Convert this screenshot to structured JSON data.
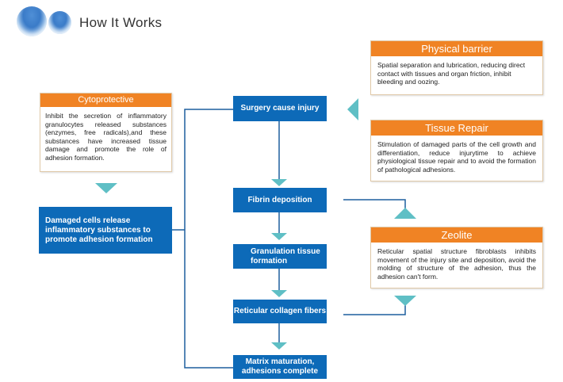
{
  "header": {
    "title": "How It Works",
    "logo_icon": "glass-spheres-icon"
  },
  "colors": {
    "step_fill": "#0d6ab8",
    "card_header": "#f08324",
    "arrow": "#5fbfc5",
    "connector": "#1d5f9e"
  },
  "flow_steps": [
    {
      "label": "Surgery cause injury"
    },
    {
      "label": "Fibrin deposition"
    },
    {
      "label": "Granulation tissue formation"
    },
    {
      "label": "Reticular collagen fibers"
    },
    {
      "label": "Matrix maturation, adhesions complete"
    }
  ],
  "side_step": {
    "label": "Damaged cells release inflammatory substances to promote adhesion formation"
  },
  "cards": {
    "cytoprotective": {
      "title": "Cytoprotective",
      "body": "Inhibit the secretion of inflammatory granulocytes released substances (enzymes, free radicals),and these substances have increased tissue damage and promote the role of adhesion formation."
    },
    "physical_barrier": {
      "title": "Physical barrier",
      "body": "Spatial separation and lubrication, reducing direct contact with tissues and organ friction, inhibit bleeding and oozing."
    },
    "tissue_repair": {
      "title": "Tissue Repair",
      "body": "Stimulation of damaged parts of the cell growth and differentiation, reduce injurytime to achieve physiological tissue repair and to avoid the formation of pathological adhesions."
    },
    "zeolite": {
      "title": "Zeolite",
      "body": "Reticular spatial structure fibroblasts inhibits movement of the injury site and deposition, avoid the molding of structure of the adhesion, thus the adhesion can't form."
    }
  }
}
